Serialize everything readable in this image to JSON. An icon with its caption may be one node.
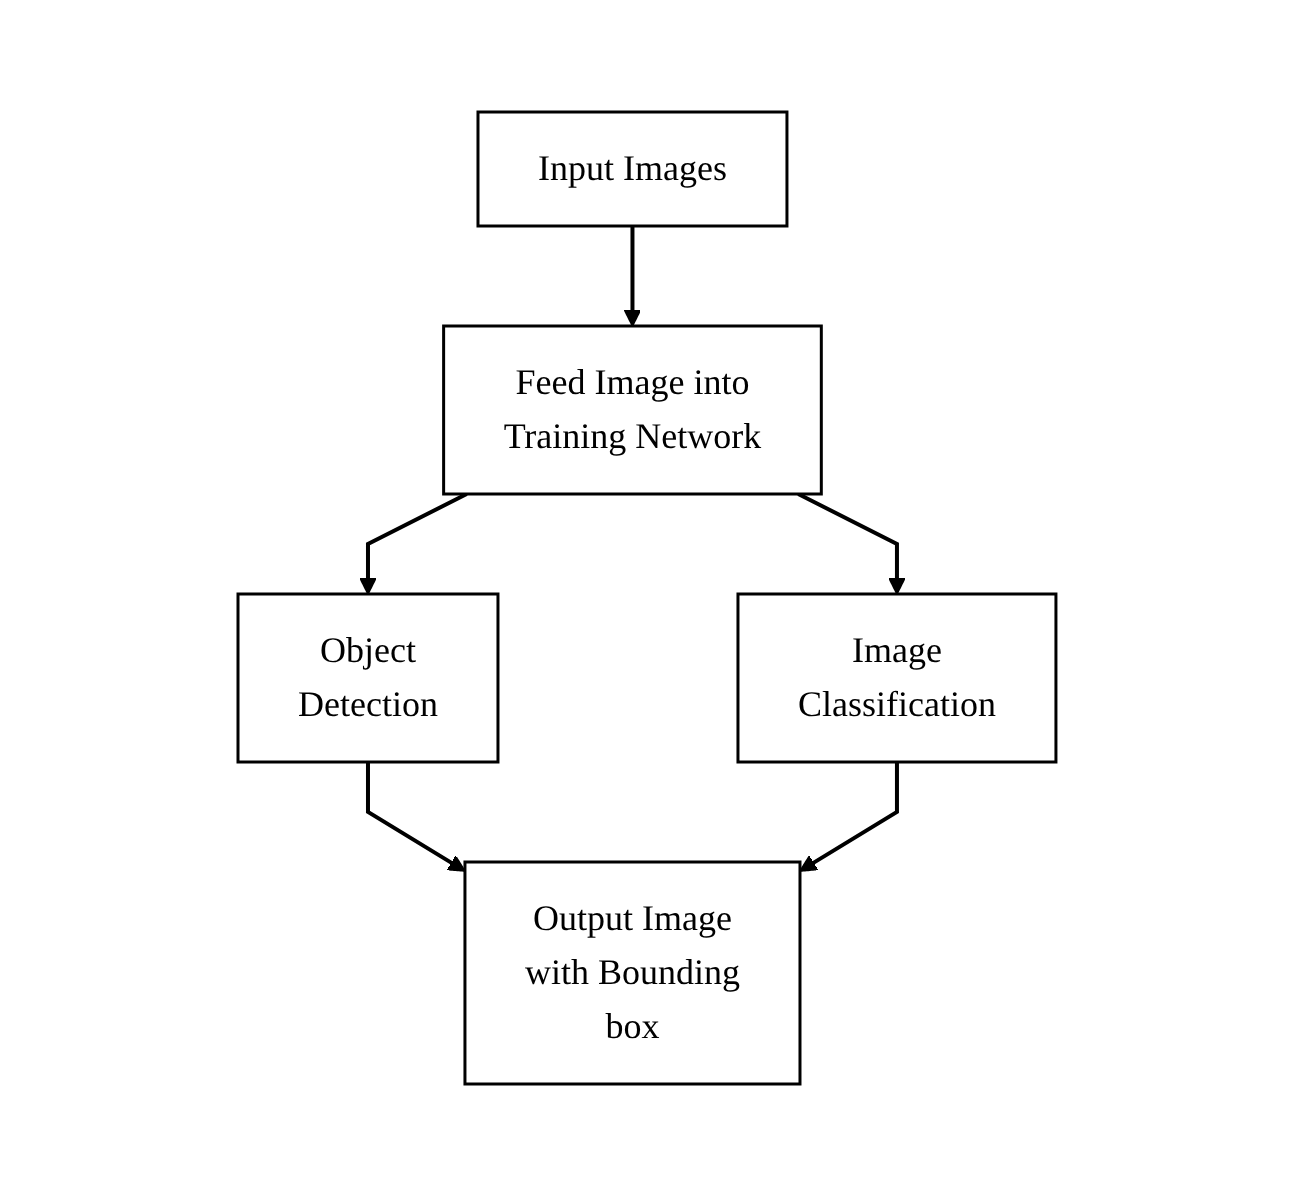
{
  "diagram": {
    "nodes": [
      {
        "text": [
          "Input Images"
        ]
      },
      {
        "text": [
          "Feed Image into Training Network"
        ]
      },
      {
        "text": [
          "Object Detection"
        ]
      },
      {
        "text": [
          "Image Classification"
        ]
      },
      {
        "text": [
          "Output Image with Bounding box"
        ]
      }
    ],
    "edges": [
      {
        "from": 0,
        "to": 1,
        "arrow": "to"
      },
      {
        "from": 1,
        "to": 2,
        "arrow": "to"
      },
      {
        "from": 1,
        "to": 3,
        "arrow": "to"
      },
      {
        "from": 2,
        "to": 4,
        "arrow": "to"
      },
      {
        "from": 3,
        "to": 4,
        "arrow": "to"
      }
    ]
  }
}
